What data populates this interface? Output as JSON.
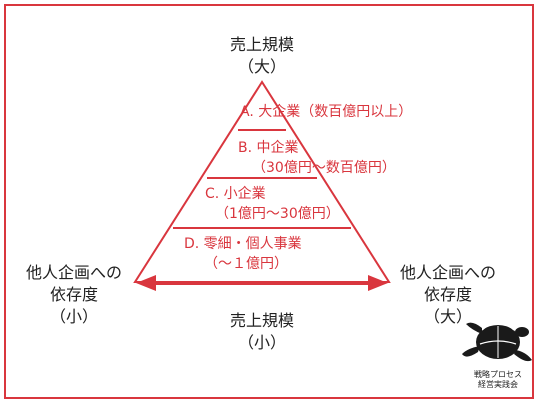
{
  "labels": {
    "top": [
      "売上規模",
      "（大）"
    ],
    "bottom": [
      "売上規模",
      "（小）"
    ],
    "left": [
      "他人企画への",
      "依存度",
      "（小）"
    ],
    "right": [
      "他人企画への",
      "依存度",
      "（大）"
    ]
  },
  "tiers": [
    {
      "line1": "A. 大企業（数百億円以上）",
      "line2": ""
    },
    {
      "line1": "B. 中企業",
      "line2": "（30億円〜数百億円）"
    },
    {
      "line1": "C. 小企業",
      "line2": "（1億円〜30億円）"
    },
    {
      "line1": "D. 零細・個人事業",
      "line2": "（〜１億円）"
    }
  ],
  "logo": {
    "line1": "戦略プロセス",
    "line2": "経営実践会"
  },
  "colors": {
    "accent": "#d9363e",
    "text": "#222222"
  }
}
